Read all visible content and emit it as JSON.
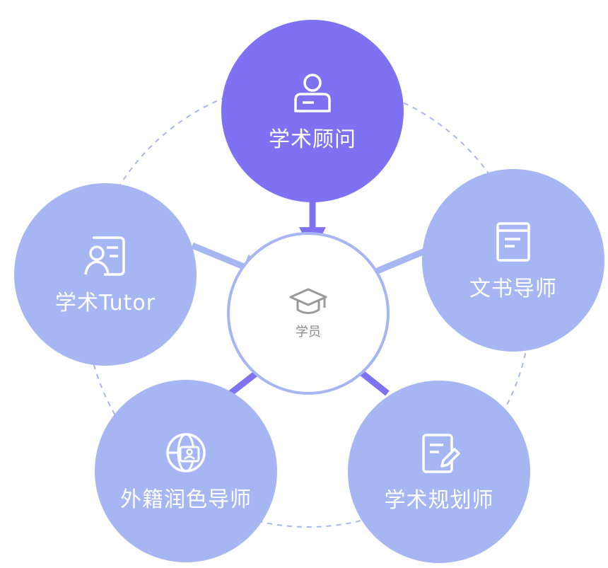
{
  "colors": {
    "primary": "#7f72f2",
    "secondary": "#a6b6f3",
    "ring": "#a6b6f3",
    "center_icon": "#9a9a9a",
    "text_on_node": "#ffffff"
  },
  "center": {
    "label": "学员",
    "icon": "graduation-cap-icon"
  },
  "nodes": [
    {
      "label": "学术顾问",
      "icon": "user-icon",
      "emphasis": true
    },
    {
      "label": "文书导师",
      "icon": "document-icon",
      "emphasis": false
    },
    {
      "label": "学术规划师",
      "icon": "edit-document-icon",
      "emphasis": false
    },
    {
      "label": "外籍润色导师",
      "icon": "globe-user-icon",
      "emphasis": false
    },
    {
      "label": "学术Tutor",
      "icon": "tutor-icon",
      "emphasis": false
    }
  ]
}
